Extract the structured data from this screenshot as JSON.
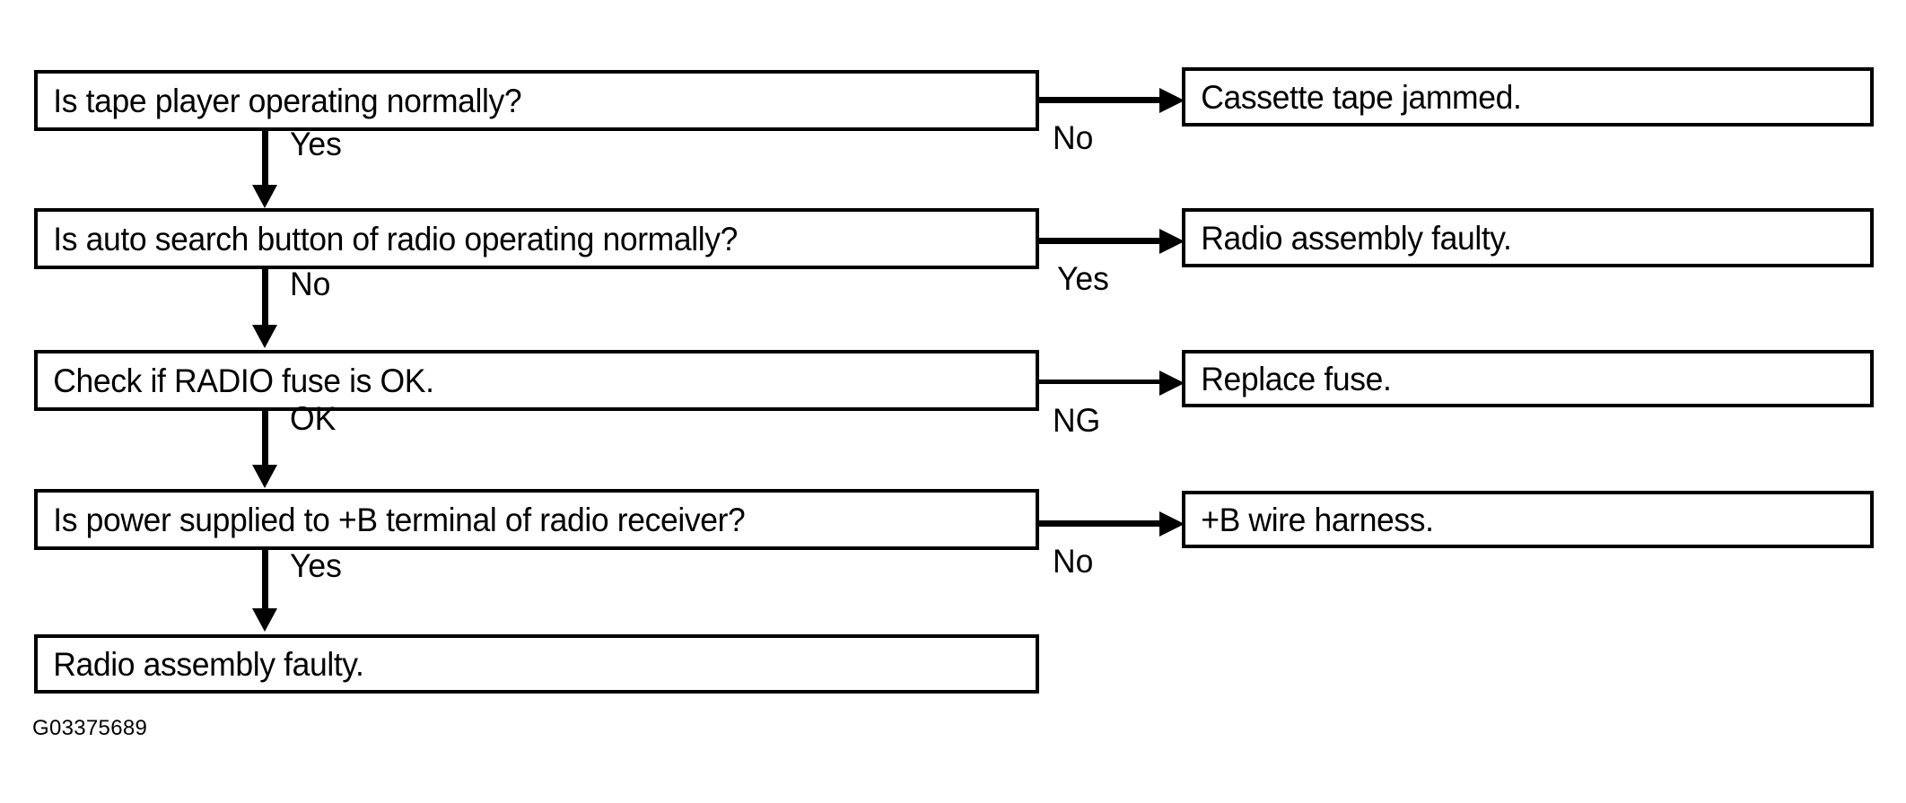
{
  "diagram": {
    "title": "Radio / tape player troubleshooting flowchart",
    "caption": "G03375689",
    "colors": {
      "line": "#000000",
      "background": "#ffffff",
      "text": "#000000"
    },
    "nodes": [
      {
        "id": "q1",
        "column": "left",
        "text": "Is tape player operating normally?"
      },
      {
        "id": "q2",
        "column": "left",
        "text": "Is auto search button of radio operating normally?"
      },
      {
        "id": "q3",
        "column": "left",
        "text": "Check if RADIO fuse is OK."
      },
      {
        "id": "q4",
        "column": "left",
        "text": "Is power supplied to +B terminal of radio receiver?"
      },
      {
        "id": "q5",
        "column": "left",
        "text": "Radio assembly faulty."
      },
      {
        "id": "r1",
        "column": "right",
        "text": "Cassette tape jammed."
      },
      {
        "id": "r2",
        "column": "right",
        "text": "Radio assembly faulty."
      },
      {
        "id": "r3",
        "column": "right",
        "text": "Replace fuse."
      },
      {
        "id": "r4",
        "column": "right",
        "text": "+B wire harness."
      }
    ],
    "edges": [
      {
        "id": "e1",
        "from": "q1",
        "to": "q2",
        "direction": "down",
        "label": "Yes"
      },
      {
        "id": "e2",
        "from": "q1",
        "to": "r1",
        "direction": "right",
        "label": "No"
      },
      {
        "id": "e3",
        "from": "q2",
        "to": "q3",
        "direction": "down",
        "label": "No"
      },
      {
        "id": "e4",
        "from": "q2",
        "to": "r2",
        "direction": "right",
        "label": "Yes"
      },
      {
        "id": "e5",
        "from": "q3",
        "to": "q4",
        "direction": "down",
        "label": "OK"
      },
      {
        "id": "e6",
        "from": "q3",
        "to": "r3",
        "direction": "right",
        "label": "NG"
      },
      {
        "id": "e7",
        "from": "q4",
        "to": "q5",
        "direction": "down",
        "label": "Yes"
      },
      {
        "id": "e8",
        "from": "q4",
        "to": "r4",
        "direction": "right",
        "label": "No"
      }
    ]
  }
}
